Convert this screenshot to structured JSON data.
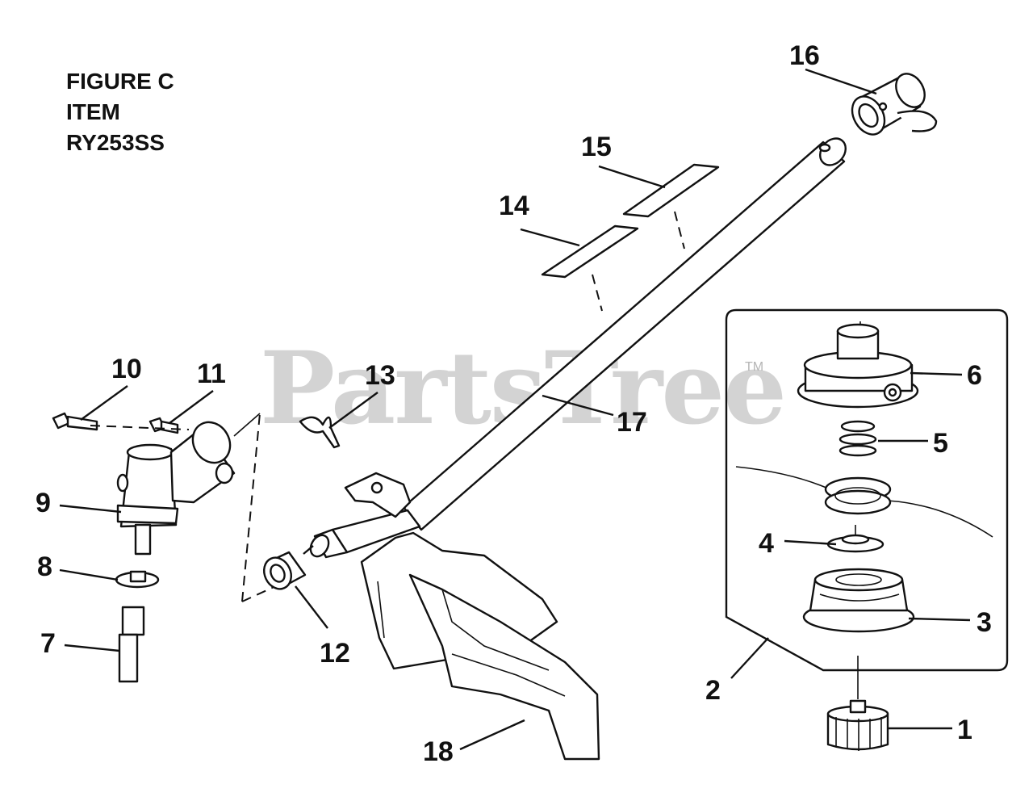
{
  "title": {
    "line1": "FIGURE C",
    "line2": "ITEM",
    "line3": "RY253SS"
  },
  "watermark": {
    "text": "PartsTree",
    "trademark": "TM"
  },
  "callouts": {
    "c1": "1",
    "c2": "2",
    "c3": "3",
    "c4": "4",
    "c5": "5",
    "c6": "6",
    "c7": "7",
    "c8": "8",
    "c9": "9",
    "c10": "10",
    "c11": "11",
    "c12": "12",
    "c13": "13",
    "c14": "14",
    "c15": "15",
    "c16": "16",
    "c17": "17",
    "c18": "18"
  }
}
